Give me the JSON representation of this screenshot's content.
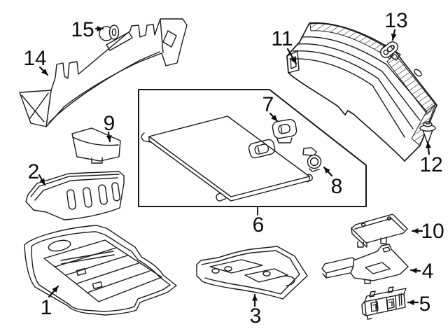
{
  "diagram": {
    "type": "exploded-parts-line-art",
    "background": "#ffffff",
    "line_color": "#1a1a1a",
    "callouts": [
      {
        "label": "1"
      },
      {
        "label": "2"
      },
      {
        "label": "3"
      },
      {
        "label": "4"
      },
      {
        "label": "5"
      },
      {
        "label": "6"
      },
      {
        "label": "7"
      },
      {
        "label": "8"
      },
      {
        "label": "9"
      },
      {
        "label": "10"
      },
      {
        "label": "11"
      },
      {
        "label": "12"
      },
      {
        "label": "13"
      },
      {
        "label": "14"
      },
      {
        "label": "15"
      }
    ]
  }
}
